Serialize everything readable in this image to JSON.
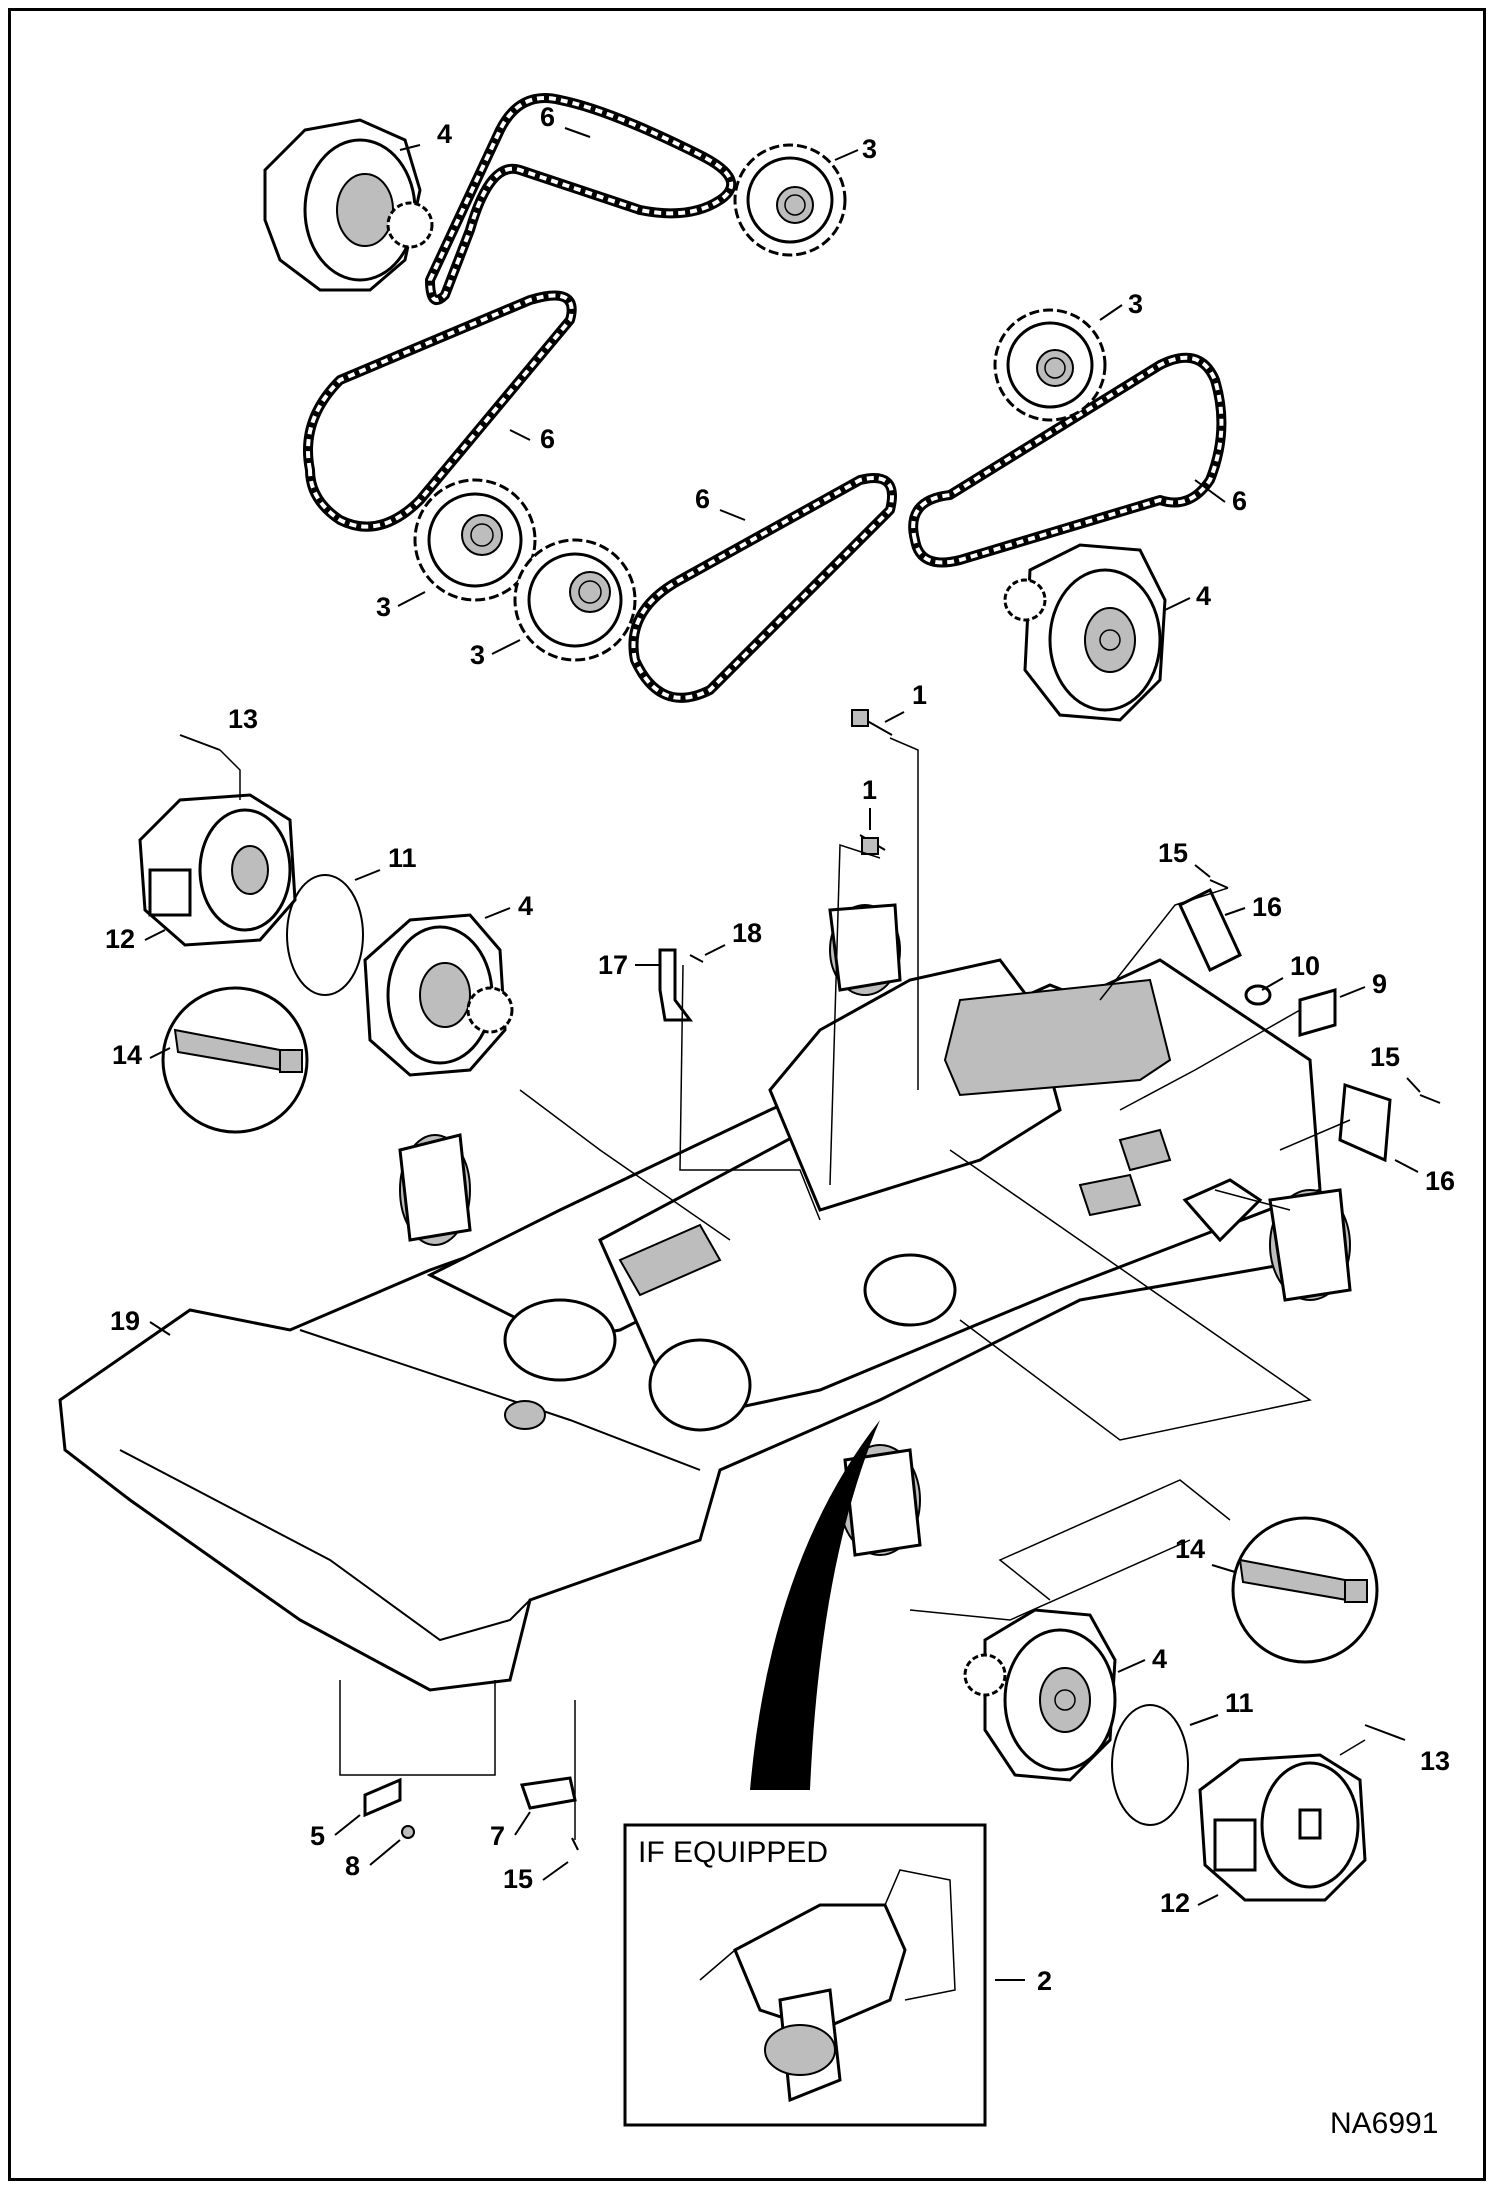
{
  "callouts": [
    {
      "id": "c-4-a",
      "text": "4"
    },
    {
      "id": "c-6-a",
      "text": "6"
    },
    {
      "id": "c-3-a",
      "text": "3"
    },
    {
      "id": "c-3-b",
      "text": "3"
    },
    {
      "id": "c-6-b",
      "text": "6"
    },
    {
      "id": "c-6-c",
      "text": "6"
    },
    {
      "id": "c-6-d",
      "text": "6"
    },
    {
      "id": "c-3-c",
      "text": "3"
    },
    {
      "id": "c-3-d",
      "text": "3"
    },
    {
      "id": "c-4-b",
      "text": "4"
    },
    {
      "id": "c-13-a",
      "text": "13"
    },
    {
      "id": "c-1-a",
      "text": "1"
    },
    {
      "id": "c-1-b",
      "text": "1"
    },
    {
      "id": "c-11-a",
      "text": "11"
    },
    {
      "id": "c-4-c",
      "text": "4"
    },
    {
      "id": "c-12-a",
      "text": "12"
    },
    {
      "id": "c-15-a",
      "text": "15"
    },
    {
      "id": "c-16-a",
      "text": "16"
    },
    {
      "id": "c-18",
      "text": "18"
    },
    {
      "id": "c-17",
      "text": "17"
    },
    {
      "id": "c-10",
      "text": "10"
    },
    {
      "id": "c-9",
      "text": "9"
    },
    {
      "id": "c-14-a",
      "text": "14"
    },
    {
      "id": "c-15-b",
      "text": "15"
    },
    {
      "id": "c-16-b",
      "text": "16"
    },
    {
      "id": "c-19",
      "text": "19"
    },
    {
      "id": "c-14-b",
      "text": "14"
    },
    {
      "id": "c-4-d",
      "text": "4"
    },
    {
      "id": "c-11-b",
      "text": "11"
    },
    {
      "id": "c-13-b",
      "text": "13"
    },
    {
      "id": "c-5",
      "text": "5"
    },
    {
      "id": "c-7",
      "text": "7"
    },
    {
      "id": "c-8",
      "text": "8"
    },
    {
      "id": "c-15-c",
      "text": "15"
    },
    {
      "id": "c-12-b",
      "text": "12"
    },
    {
      "id": "c-2",
      "text": "2"
    }
  ],
  "inset": {
    "title": "IF EQUIPPED"
  },
  "drawing_id": "NA6991"
}
